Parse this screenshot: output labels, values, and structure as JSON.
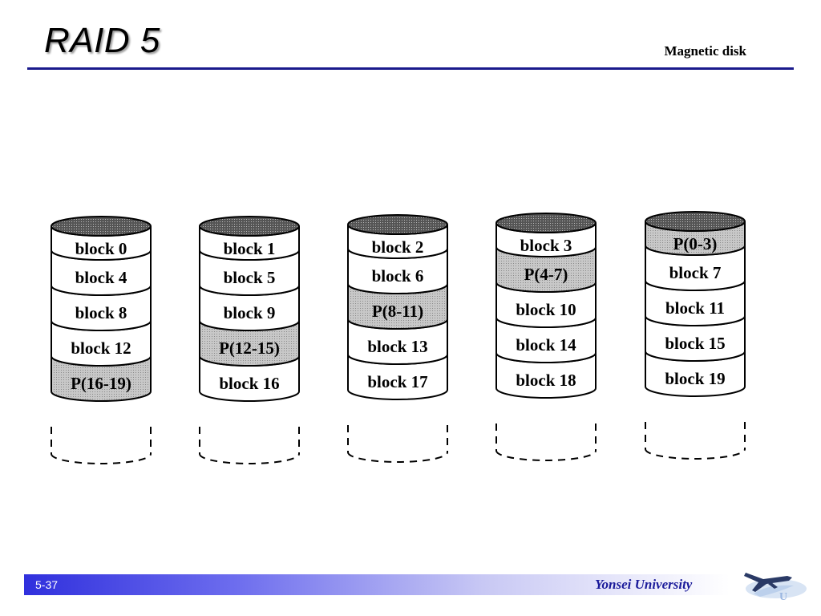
{
  "slide": {
    "title": "RAID 5",
    "subtitle": "Magnetic disk",
    "page_number": "5-37",
    "footer_text": "Yonsei University"
  },
  "diagram": {
    "disks": [
      {
        "blocks": [
          {
            "label": "block 0",
            "parity": false
          },
          {
            "label": "block 4",
            "parity": false
          },
          {
            "label": "block 8",
            "parity": false
          },
          {
            "label": "block 12",
            "parity": false
          },
          {
            "label": "P(16-19)",
            "parity": true
          }
        ]
      },
      {
        "blocks": [
          {
            "label": "block 1",
            "parity": false
          },
          {
            "label": "block 5",
            "parity": false
          },
          {
            "label": "block 9",
            "parity": false
          },
          {
            "label": "P(12-15)",
            "parity": true
          },
          {
            "label": "block 16",
            "parity": false
          }
        ]
      },
      {
        "blocks": [
          {
            "label": "block 2",
            "parity": false
          },
          {
            "label": "block 6",
            "parity": false
          },
          {
            "label": "P(8-11)",
            "parity": true
          },
          {
            "label": "block 13",
            "parity": false
          },
          {
            "label": "block 17",
            "parity": false
          }
        ]
      },
      {
        "blocks": [
          {
            "label": "block 3",
            "parity": false
          },
          {
            "label": "P(4-7)",
            "parity": true
          },
          {
            "label": "block 10",
            "parity": false
          },
          {
            "label": "block 14",
            "parity": false
          },
          {
            "label": "block 18",
            "parity": false
          }
        ]
      },
      {
        "blocks": [
          {
            "label": "P(0-3)",
            "parity": true
          },
          {
            "label": "block 7",
            "parity": false
          },
          {
            "label": "block 11",
            "parity": false
          },
          {
            "label": "block 15",
            "parity": false
          },
          {
            "label": "block 19",
            "parity": false
          }
        ]
      }
    ]
  },
  "colors": {
    "rule": "#1a1a8c",
    "parity_fill": "#c8c8c8",
    "cap_fill": "#555555",
    "footer_text": "#1a1a9a"
  }
}
